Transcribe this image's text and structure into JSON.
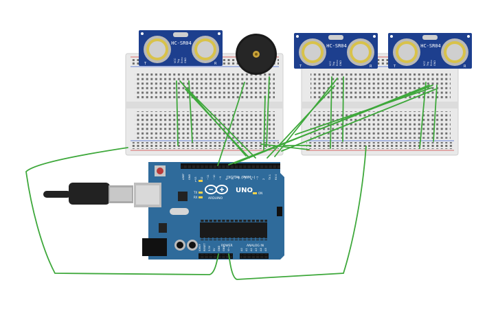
{
  "sensors": [
    {
      "model": "HC-SR04",
      "pins": [
        "VCC",
        "Trig",
        "Echo",
        "GND"
      ],
      "side_labels": [
        "T",
        "R"
      ]
    },
    {
      "model": "HC-SR04",
      "pins": [
        "VCC",
        "Trig",
        "Echo",
        "GND"
      ],
      "side_labels": [
        "T",
        "R"
      ]
    },
    {
      "model": "HC-SR04",
      "pins": [
        "VCC",
        "Trig",
        "Echo",
        "GND"
      ],
      "side_labels": [
        "T",
        "R"
      ]
    }
  ],
  "arduino": {
    "brand": "ARDUINO",
    "model": "UNO",
    "digital_header": "DIGITAL (PWM~)",
    "power_header": "POWER",
    "analog_header": "ANALOG IN",
    "led_tx": "TX",
    "led_rx": "RX",
    "led_l": "L",
    "led_on": "ON",
    "digital_pins": [
      "AREF",
      "GND",
      "13",
      "12",
      "~11",
      "~10",
      "~9",
      "8",
      "7",
      "~6",
      "~5",
      "4",
      "~3",
      "2",
      "TX 1",
      "RX 0"
    ],
    "power_pins": [
      "IOREF",
      "RESET",
      "3.3V",
      "5V",
      "GND",
      "GND",
      "Vin"
    ],
    "analog_pins": [
      "A0",
      "A1",
      "A2",
      "A3",
      "A4",
      "A5"
    ]
  },
  "colors": {
    "wire": "#3ea83b",
    "sensor_board": "#1d3f8e",
    "arduino_board": "#2f6b9b",
    "breadboard": "#e9e9e9",
    "rail_red": "#d23b3b",
    "rail_blue": "#3b5fd2"
  }
}
